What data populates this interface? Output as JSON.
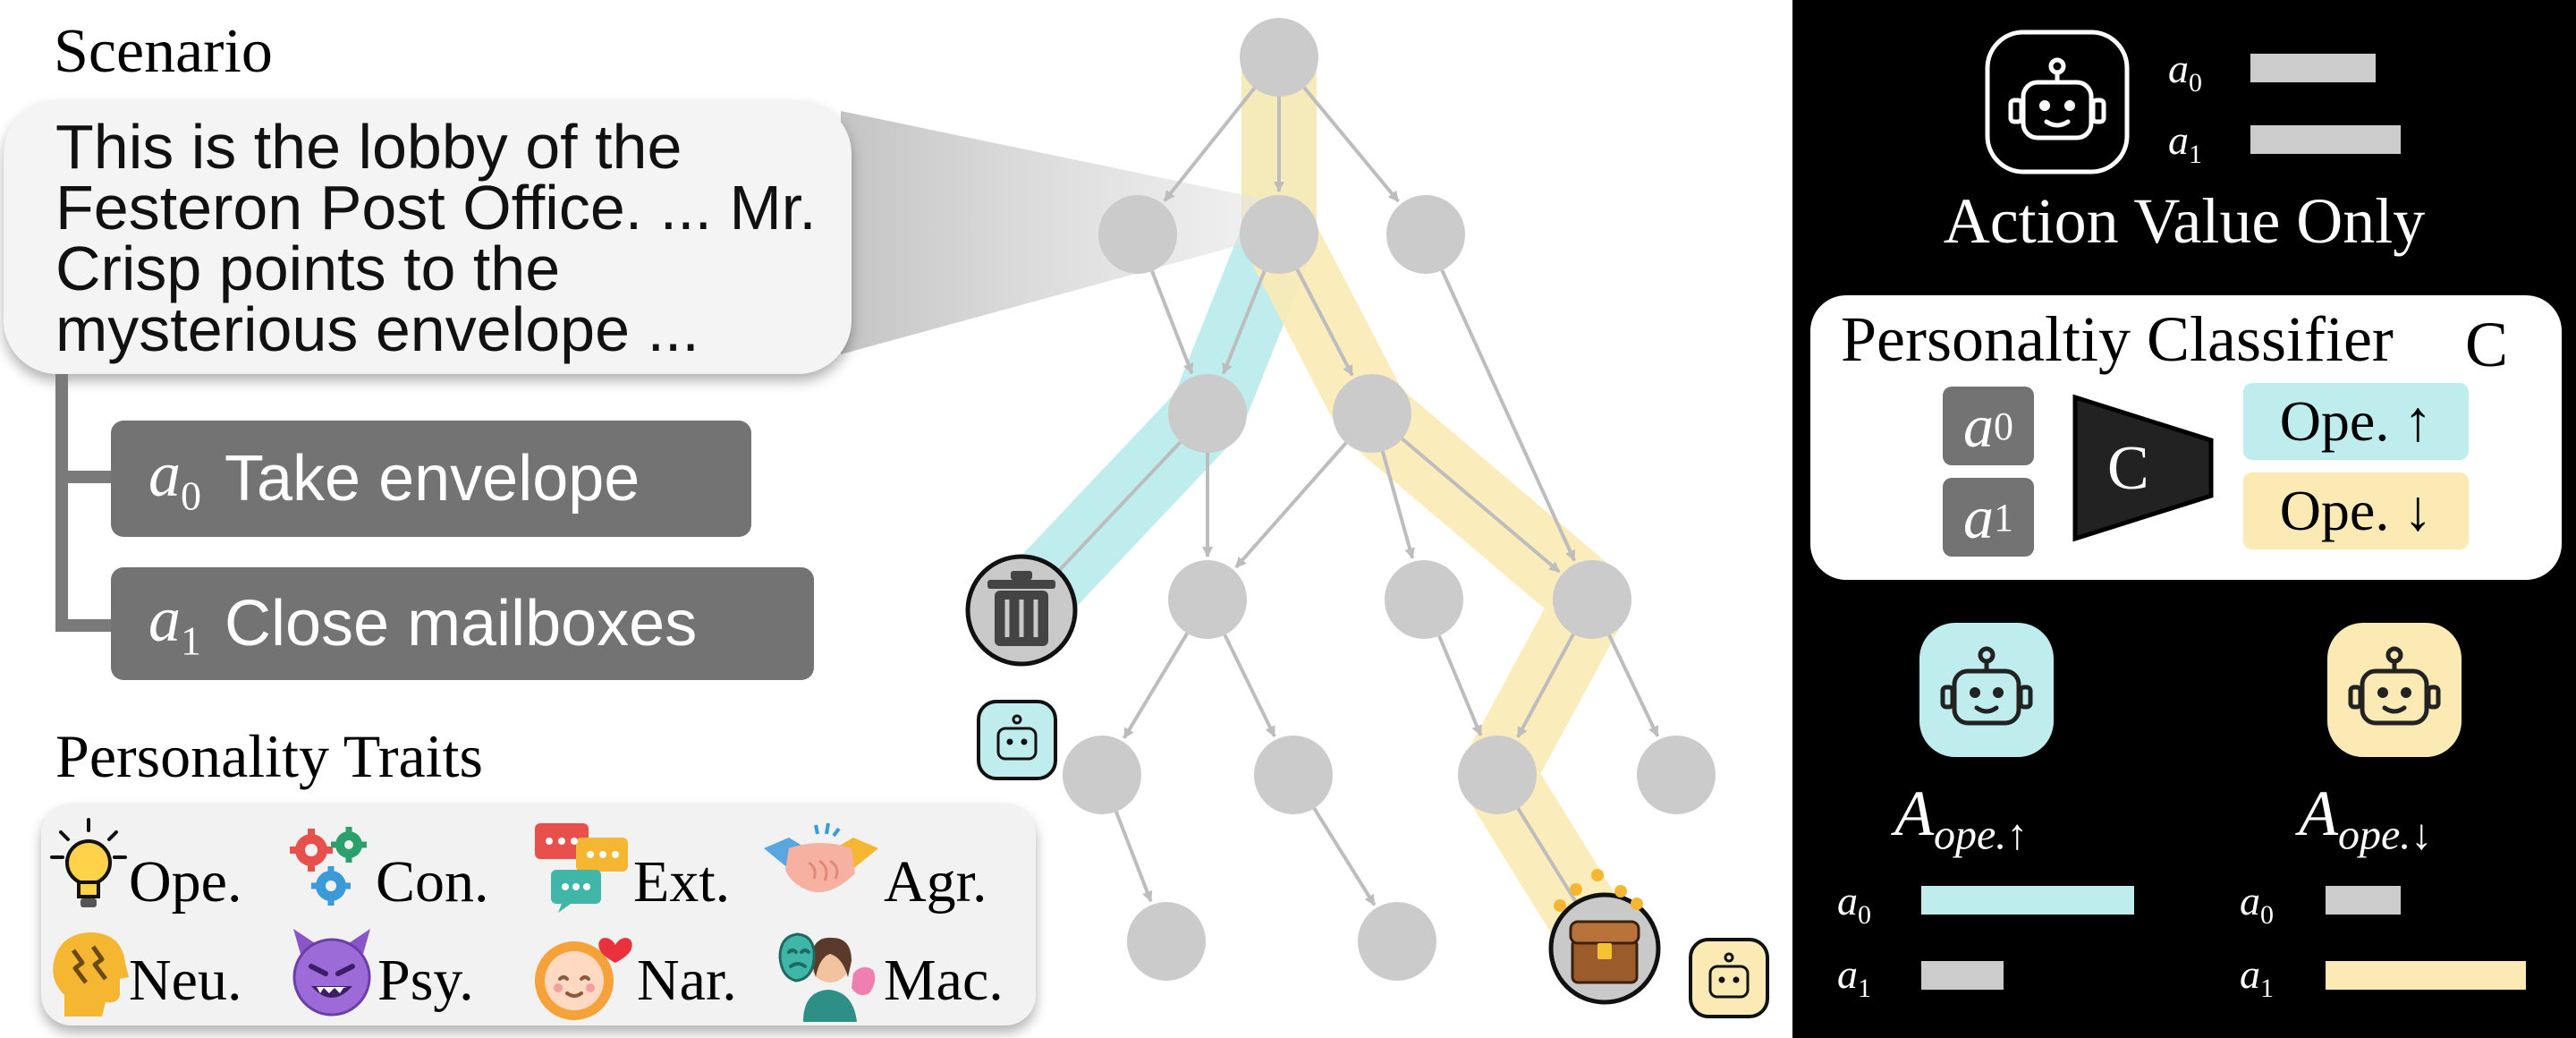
{
  "scenario": {
    "title": "Scenario",
    "text": "This is the lobby of the Festeron Post Office. ... Mr. Crisp points to the mysterious envelope ..."
  },
  "actions": [
    {
      "symbol": "a",
      "index": "0",
      "label": "Take envelope"
    },
    {
      "symbol": "a",
      "index": "1",
      "label": "Close mailboxes"
    }
  ],
  "traits": {
    "title": "Personality Traits",
    "items": [
      {
        "label": "Ope.",
        "icon": "lightbulb-icon"
      },
      {
        "label": "Con.",
        "icon": "gears-icon"
      },
      {
        "label": "Ext.",
        "icon": "chat-bubbles-icon"
      },
      {
        "label": "Agr.",
        "icon": "handshake-icon"
      },
      {
        "label": "Neu.",
        "icon": "stressed-head-icon"
      },
      {
        "label": "Psy.",
        "icon": "devil-face-icon"
      },
      {
        "label": "Nar.",
        "icon": "mirror-face-icon"
      },
      {
        "label": "Mac.",
        "icon": "masks-person-icon"
      }
    ]
  },
  "right_panel": {
    "top": {
      "caption": "Action Value Only",
      "a0": {
        "symbol": "a",
        "index": "0",
        "value": 0.5
      },
      "a1": {
        "symbol": "a",
        "index": "1",
        "value": 0.6
      }
    },
    "classifier": {
      "title": "Personaltiy Classifier",
      "symbol": "C",
      "inputs": [
        {
          "symbol": "a",
          "index": "0"
        },
        {
          "symbol": "a",
          "index": "1"
        }
      ],
      "trapezoid_label": "C",
      "outputs": [
        {
          "label": "Ope. ↑",
          "color": "#bfecec"
        },
        {
          "label": "Ope. ↓",
          "color": "#fbeab4"
        }
      ]
    },
    "agents": [
      {
        "name_base": "A",
        "name_sub": "ope.↑",
        "color": "#bfecec",
        "a0": {
          "symbol": "a",
          "index": "0",
          "value": 0.85
        },
        "a1": {
          "symbol": "a",
          "index": "1",
          "value": 0.33
        }
      },
      {
        "name_base": "A",
        "name_sub": "ope.↓",
        "color": "#fbeab4",
        "a0": {
          "symbol": "a",
          "index": "0",
          "value": 0.3
        },
        "a1": {
          "symbol": "a",
          "index": "1",
          "value": 0.8
        }
      }
    ]
  },
  "colors": {
    "cyan": "#bfecec",
    "yellow": "#fbeab4",
    "node": "#cbcbcb",
    "edge": "#bdbdbd",
    "bar_gray": "#cccccc",
    "chip_gray": "#737373"
  }
}
